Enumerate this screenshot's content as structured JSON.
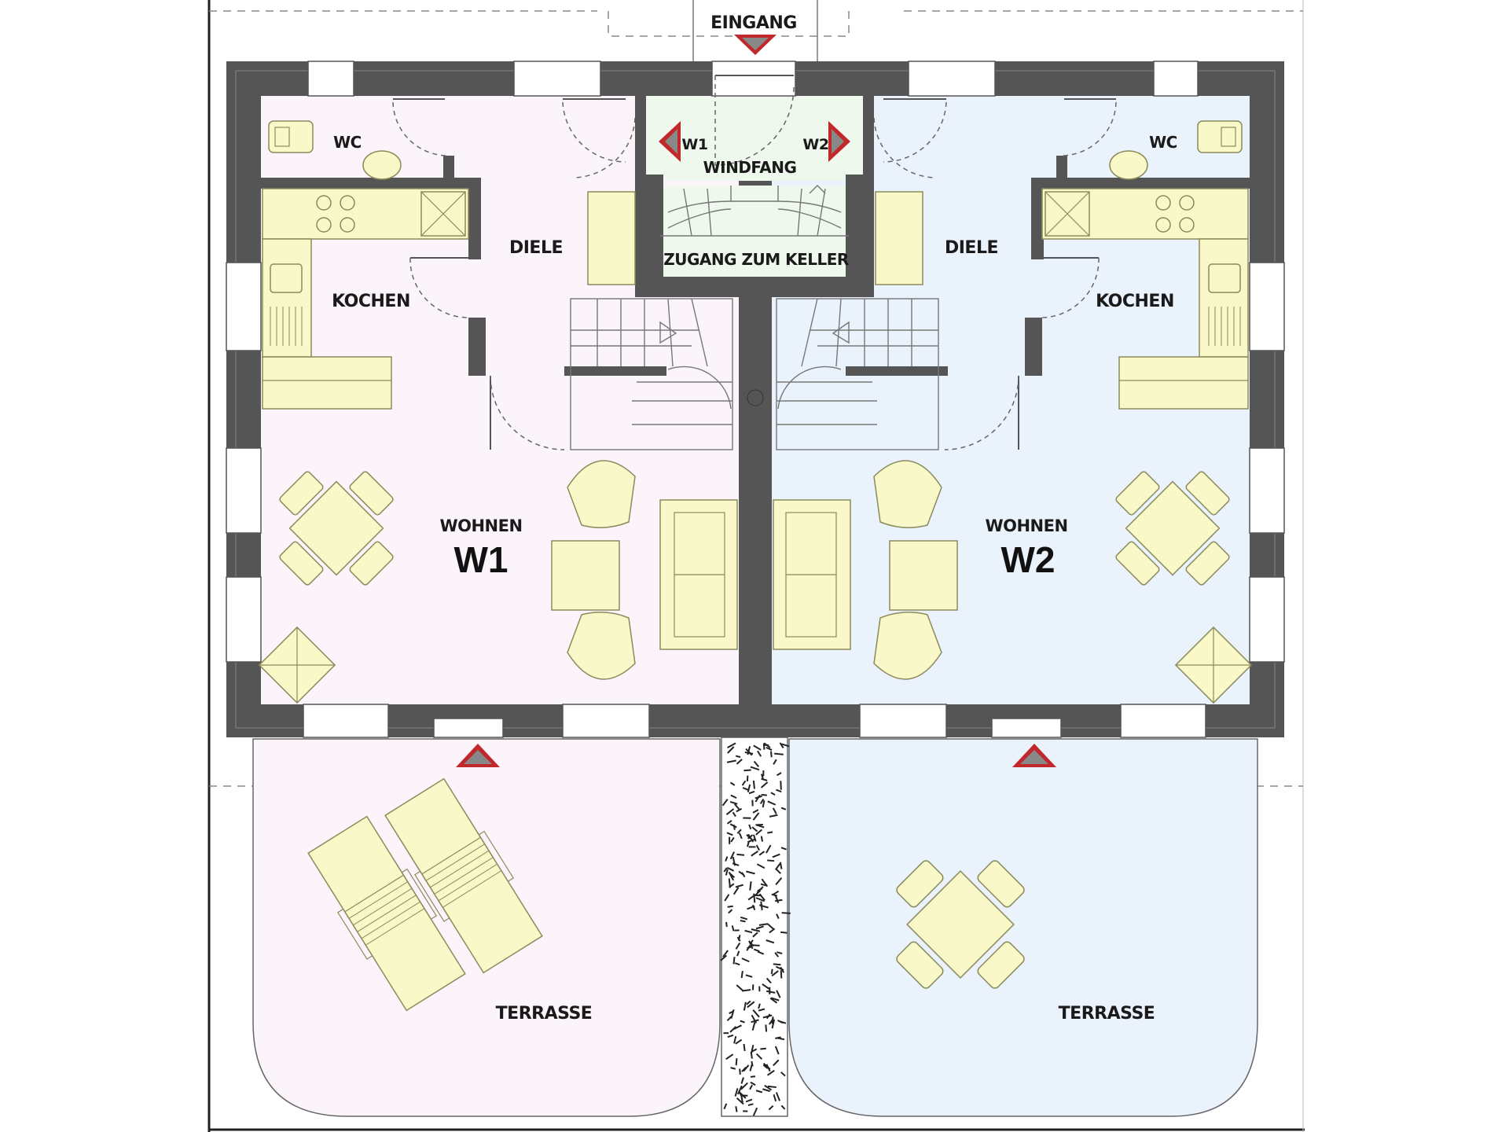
{
  "labels": {
    "eingang": "EINGANG",
    "windfang": "WINDFANG",
    "zugang": "ZUGANG  ZUM  KELLER",
    "w1_small": "W1",
    "w2_small": "W2",
    "wc": "WC",
    "diele": "DIELE",
    "kochen": "KOCHEN",
    "wohnen": "WOHNEN",
    "unit1": "W1",
    "unit2": "W2",
    "terrasse": "TERRASSE"
  },
  "colors": {
    "unit1_fill": "#fbf4fb",
    "unit2_fill": "#eaf2fc",
    "wall": "#555555",
    "furniture": "#f9f8c9",
    "entry_fill": "#eef8ec",
    "arrow_red": "#c0282c"
  }
}
